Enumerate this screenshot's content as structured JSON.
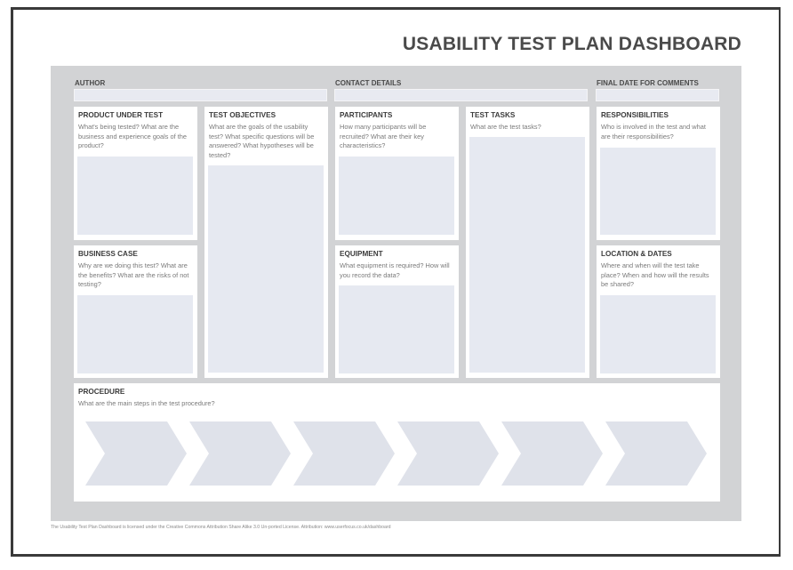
{
  "title": "USABILITY TEST PLAN DASHBOARD",
  "header": {
    "author_label": "AUTHOR",
    "contact_label": "CONTACT DETAILS",
    "final_date_label": "FINAL DATE FOR COMMENTS"
  },
  "cards": {
    "product": {
      "title": "PRODUCT UNDER TEST",
      "question": "What's being tested? What are the business and experience goals of the product?"
    },
    "objectives": {
      "title": "TEST OBJECTIVES",
      "question": "What are the goals of the usability test? What specific questions will be answered? What hypotheses will be tested?"
    },
    "participants": {
      "title": "PARTICIPANTS",
      "question": "How many participants will be recruited? What are their key characteristics?"
    },
    "tasks": {
      "title": "TEST TASKS",
      "question": "What are the test tasks?"
    },
    "responsibilities": {
      "title": "RESPONSIBILITIES",
      "question": "Who is involved in the test and what are their responsibilities?"
    },
    "business": {
      "title": "BUSINESS CASE",
      "question": "Why are we doing this test? What are the benefits? What are the risks of not testing?"
    },
    "equipment": {
      "title": "EQUIPMENT",
      "question": "What equipment is required? How will you record the data?"
    },
    "location": {
      "title": "LOCATION & DATES",
      "question": "Where and when will the test take place? When and how will the results be shared?"
    },
    "procedure": {
      "title": "PROCEDURE",
      "question": "What are the main steps in the test procedure?"
    }
  },
  "footer": "The Usability Test Plan Dashboard is licensed under the Creative Commons Attribution Share Alike 3.0 Un-ported License. Attribution: www.userfocus.co.uk/dashboard",
  "colors": {
    "board": "#d2d3d5",
    "field": "#e6e9f1",
    "chevron": "#dfe2ea",
    "title": "#4a4a4a"
  }
}
